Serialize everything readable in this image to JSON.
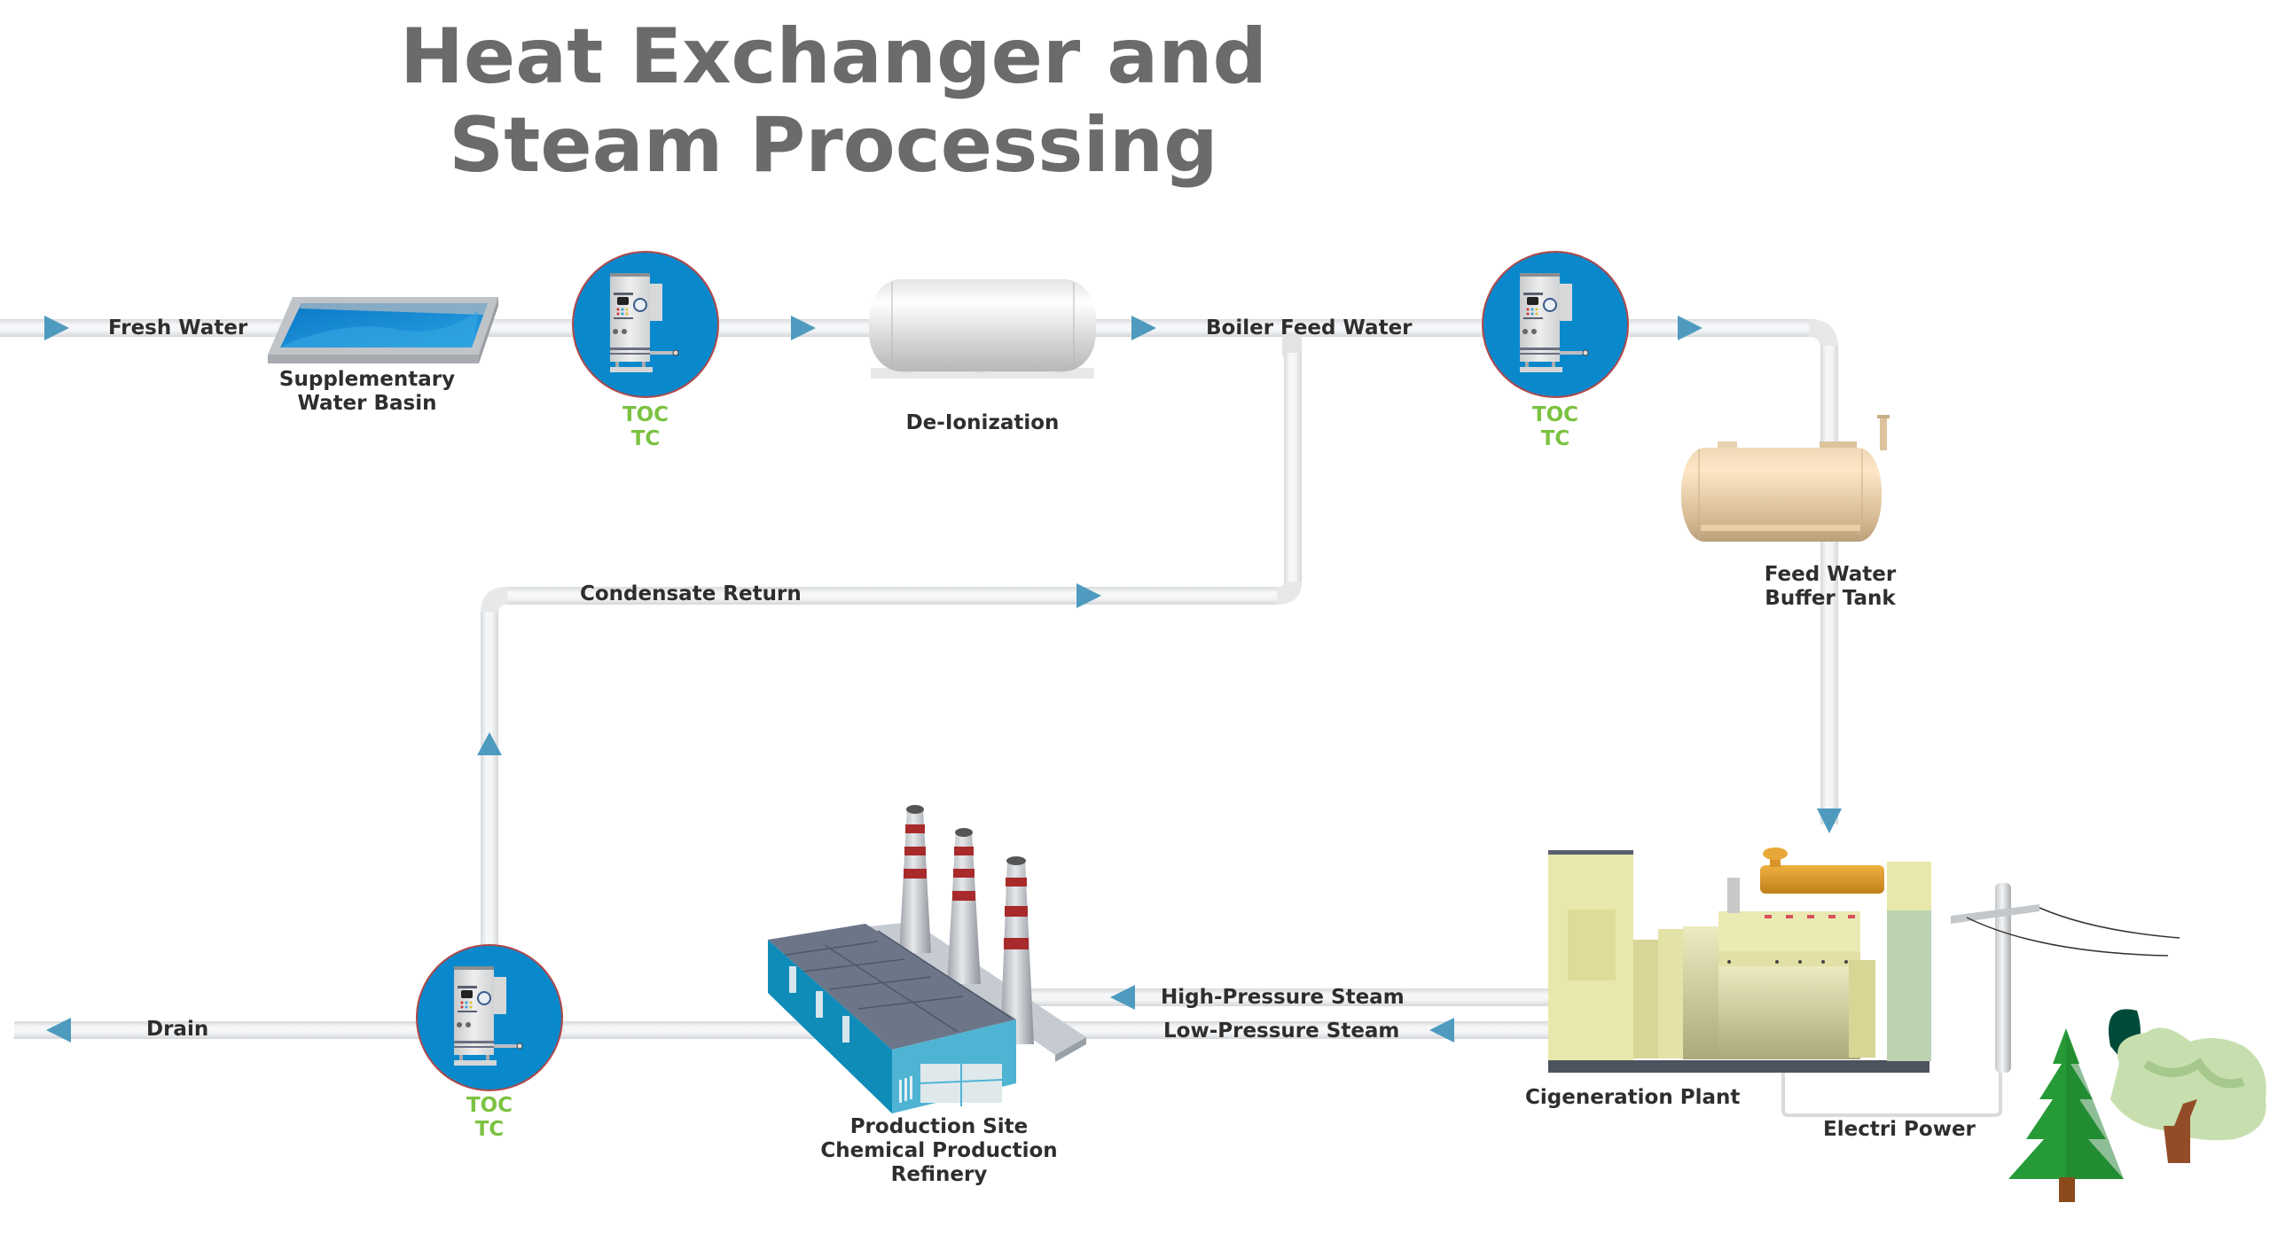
{
  "title": {
    "line1": "Heat Exchanger and",
    "line2": "Steam Processing"
  },
  "colors": {
    "title": "#6b6b6b",
    "label": "#2e2e2e",
    "toc_label": "#7cc242",
    "arrow": "#4f9bbf",
    "pipe": "#eef0f2",
    "pipe_edge": "#d6d9dc",
    "toc_circle": "#0a88cc",
    "toc_ring": "#b04040"
  },
  "flow_labels": {
    "fresh_water": "Fresh Water",
    "boiler_feed_water": "Boiler Feed Water",
    "condensate_return": "Condensate Return",
    "high_pressure_steam": "High-Pressure Steam",
    "low_pressure_steam": "Low-Pressure Steam",
    "drain": "Drain",
    "electric_power": "Electri Power"
  },
  "components": {
    "water_basin": {
      "line1": "Supplementary",
      "line2": "Water Basin"
    },
    "deionization": {
      "label": "De-Ionization"
    },
    "buffer_tank": {
      "line1": "Feed Water",
      "line2": "Buffer Tank"
    },
    "cogeneration": {
      "label": "Cigeneration Plant"
    },
    "production_site": {
      "line1": "Production Site",
      "line2": "Chemical Production",
      "line3": "Refinery"
    }
  },
  "analyzers": [
    {
      "id": "toc-1",
      "line1": "TOC",
      "line2": "TC"
    },
    {
      "id": "toc-2",
      "line1": "TOC",
      "line2": "TC"
    },
    {
      "id": "toc-3",
      "line1": "TOC",
      "line2": "TC"
    }
  ]
}
